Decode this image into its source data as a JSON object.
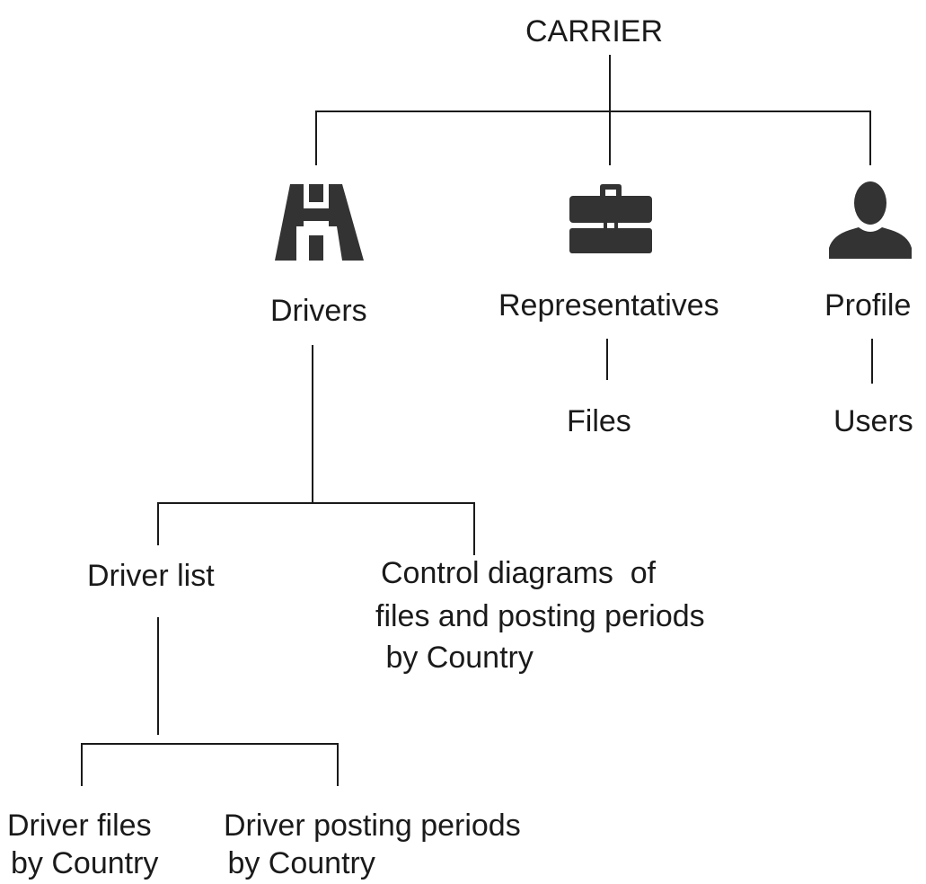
{
  "root": {
    "label": "CARRIER"
  },
  "branches": [
    {
      "label": "Drivers",
      "icon": "road-icon"
    },
    {
      "label": "Representatives",
      "icon": "briefcase-icon"
    },
    {
      "label": "Profile",
      "icon": "user-icon"
    }
  ],
  "representatives_child": "Files",
  "profile_child": "Users",
  "drivers_children": {
    "driver_list": "Driver list",
    "control_diagrams": {
      "line1": "Control diagrams  of",
      "line2": "files and posting periods",
      "line3": " by Country"
    }
  },
  "driver_list_children": {
    "driver_files": {
      "line1": "Driver files",
      "line2": "by Country"
    },
    "driver_posting_periods": {
      "line1": "Driver posting periods",
      "line2": " by Country"
    }
  },
  "colors": {
    "line": "#1a1a1a",
    "icon": "#333333",
    "text": "#1a1a1a"
  }
}
